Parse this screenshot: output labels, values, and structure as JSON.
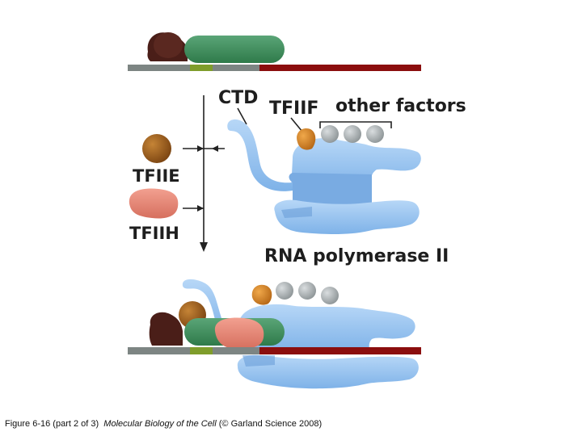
{
  "labels": {
    "ctd": "CTD",
    "tfiif": "TFIIF",
    "other_factors": "other factors",
    "tfiie": "TFIIE",
    "tfiih": "TFIIH",
    "rna_pol": "RNA polymerase II"
  },
  "caption": {
    "figure": "Figure 6-16 (part 2 of 3)",
    "book": "Molecular Biology of the Cell",
    "credit": "(© Garland Science 2008)"
  },
  "colors": {
    "dna_grey": "#7d8583",
    "dna_green": "#7f9d2b",
    "dna_red": "#8b0e0e",
    "tbp_brown": "#4a1e18",
    "tfiib_green": "#3f8f5c",
    "pol_blue": "#8ebff0",
    "tfiif_orange": "#d98a2a",
    "other_grey": "#a6acae",
    "tfiie_brown": "#a8651d",
    "tfiih_salmon": "#e58878"
  }
}
